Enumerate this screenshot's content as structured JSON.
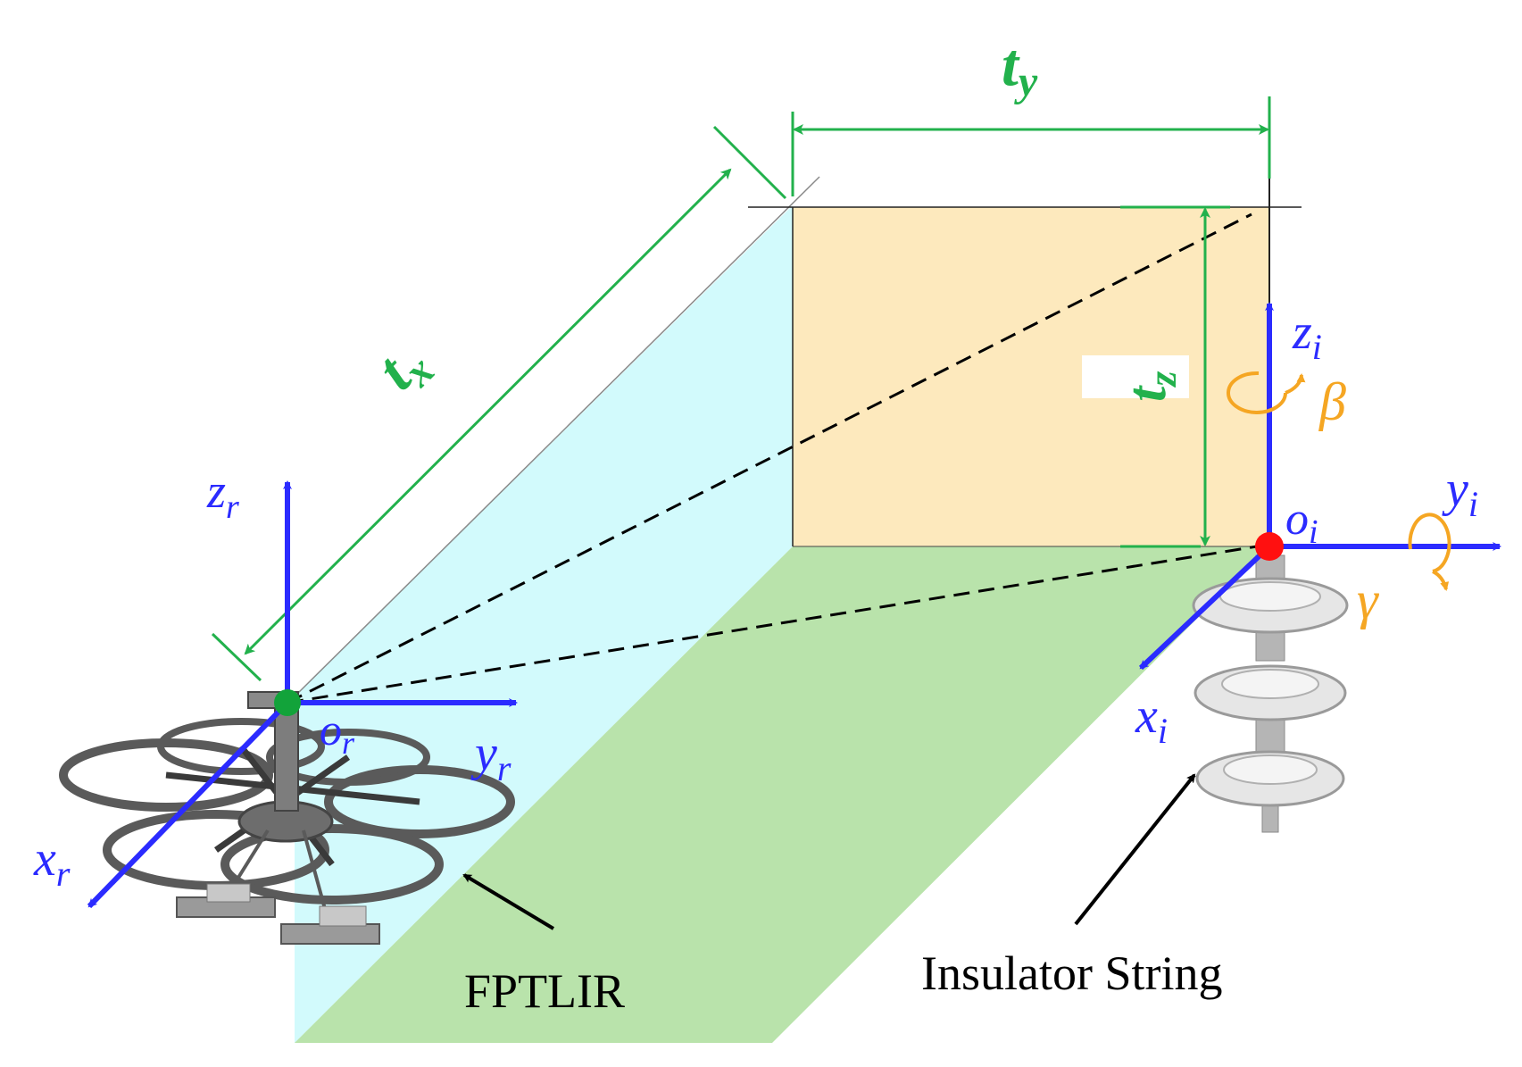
{
  "colors": {
    "axis_blue": "#2b2bff",
    "dimension_green": "#22b14c",
    "rotation_orange": "#f5a623",
    "panel_yellow": "#fde9bd",
    "panel_cyan": "#d2fafc",
    "panel_green": "#b9e3ab",
    "origin_robot": "#12a33a",
    "origin_insulator": "#ff1010"
  },
  "dimensions": {
    "tx": {
      "base": "t",
      "sub": "x"
    },
    "ty": {
      "base": "t",
      "sub": "y"
    },
    "tz": {
      "base": "t",
      "sub": "z"
    }
  },
  "robot_frame": {
    "z": {
      "base": "z",
      "sub": "r"
    },
    "y": {
      "base": "y",
      "sub": "r"
    },
    "x": {
      "base": "x",
      "sub": "r"
    },
    "o": {
      "base": "o",
      "sub": "r"
    }
  },
  "insulator_frame": {
    "z": {
      "base": "z",
      "sub": "i"
    },
    "y": {
      "base": "y",
      "sub": "i"
    },
    "x": {
      "base": "x",
      "sub": "i"
    },
    "o": {
      "base": "o",
      "sub": "i"
    },
    "rot_beta": "β",
    "rot_gamma": "γ"
  },
  "callouts": {
    "robot": "FPTLIR",
    "insulator": "Insulator String"
  },
  "icons": [
    "robot-drone-illustration",
    "insulator-string-illustration"
  ]
}
